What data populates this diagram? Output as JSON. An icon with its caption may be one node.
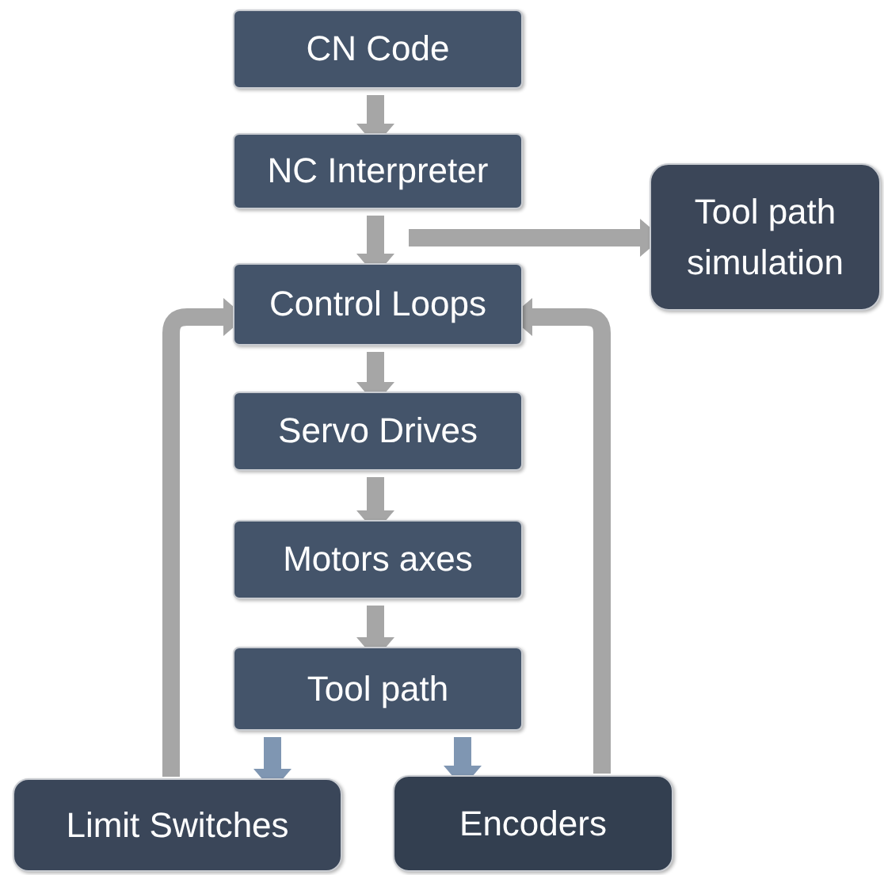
{
  "diagram": {
    "nodes": [
      {
        "text": [
          "CN Code"
        ]
      },
      {
        "text": [
          "NC Interpreter"
        ]
      },
      {
        "text": [
          "Control Loops"
        ]
      },
      {
        "text": [
          "Servo Drives"
        ]
      },
      {
        "text": [
          "Motors axes"
        ]
      },
      {
        "text": [
          "Tool path"
        ]
      },
      {
        "text": [
          "Tool path simulation"
        ]
      },
      {
        "text": [
          "Limit Switches"
        ]
      },
      {
        "text": [
          "Encoders"
        ]
      }
    ],
    "edges": [
      {
        "from": 0,
        "to": 1,
        "arrow": "to"
      },
      {
        "from": 1,
        "to": 2,
        "arrow": "to"
      },
      {
        "from": 1,
        "to": 6,
        "arrow": "to"
      },
      {
        "from": 2,
        "to": 3,
        "arrow": "to"
      },
      {
        "from": 3,
        "to": 4,
        "arrow": "to"
      },
      {
        "from": 4,
        "to": 5,
        "arrow": "to"
      },
      {
        "from": 5,
        "to": 7,
        "arrow": "to",
        "color": "#7f96b2"
      },
      {
        "from": 5,
        "to": 8,
        "arrow": "to",
        "color": "#7f96b2"
      },
      {
        "from": 7,
        "to": 2,
        "arrow": "to"
      },
      {
        "from": 8,
        "to": 2,
        "arrow": "to"
      }
    ]
  }
}
